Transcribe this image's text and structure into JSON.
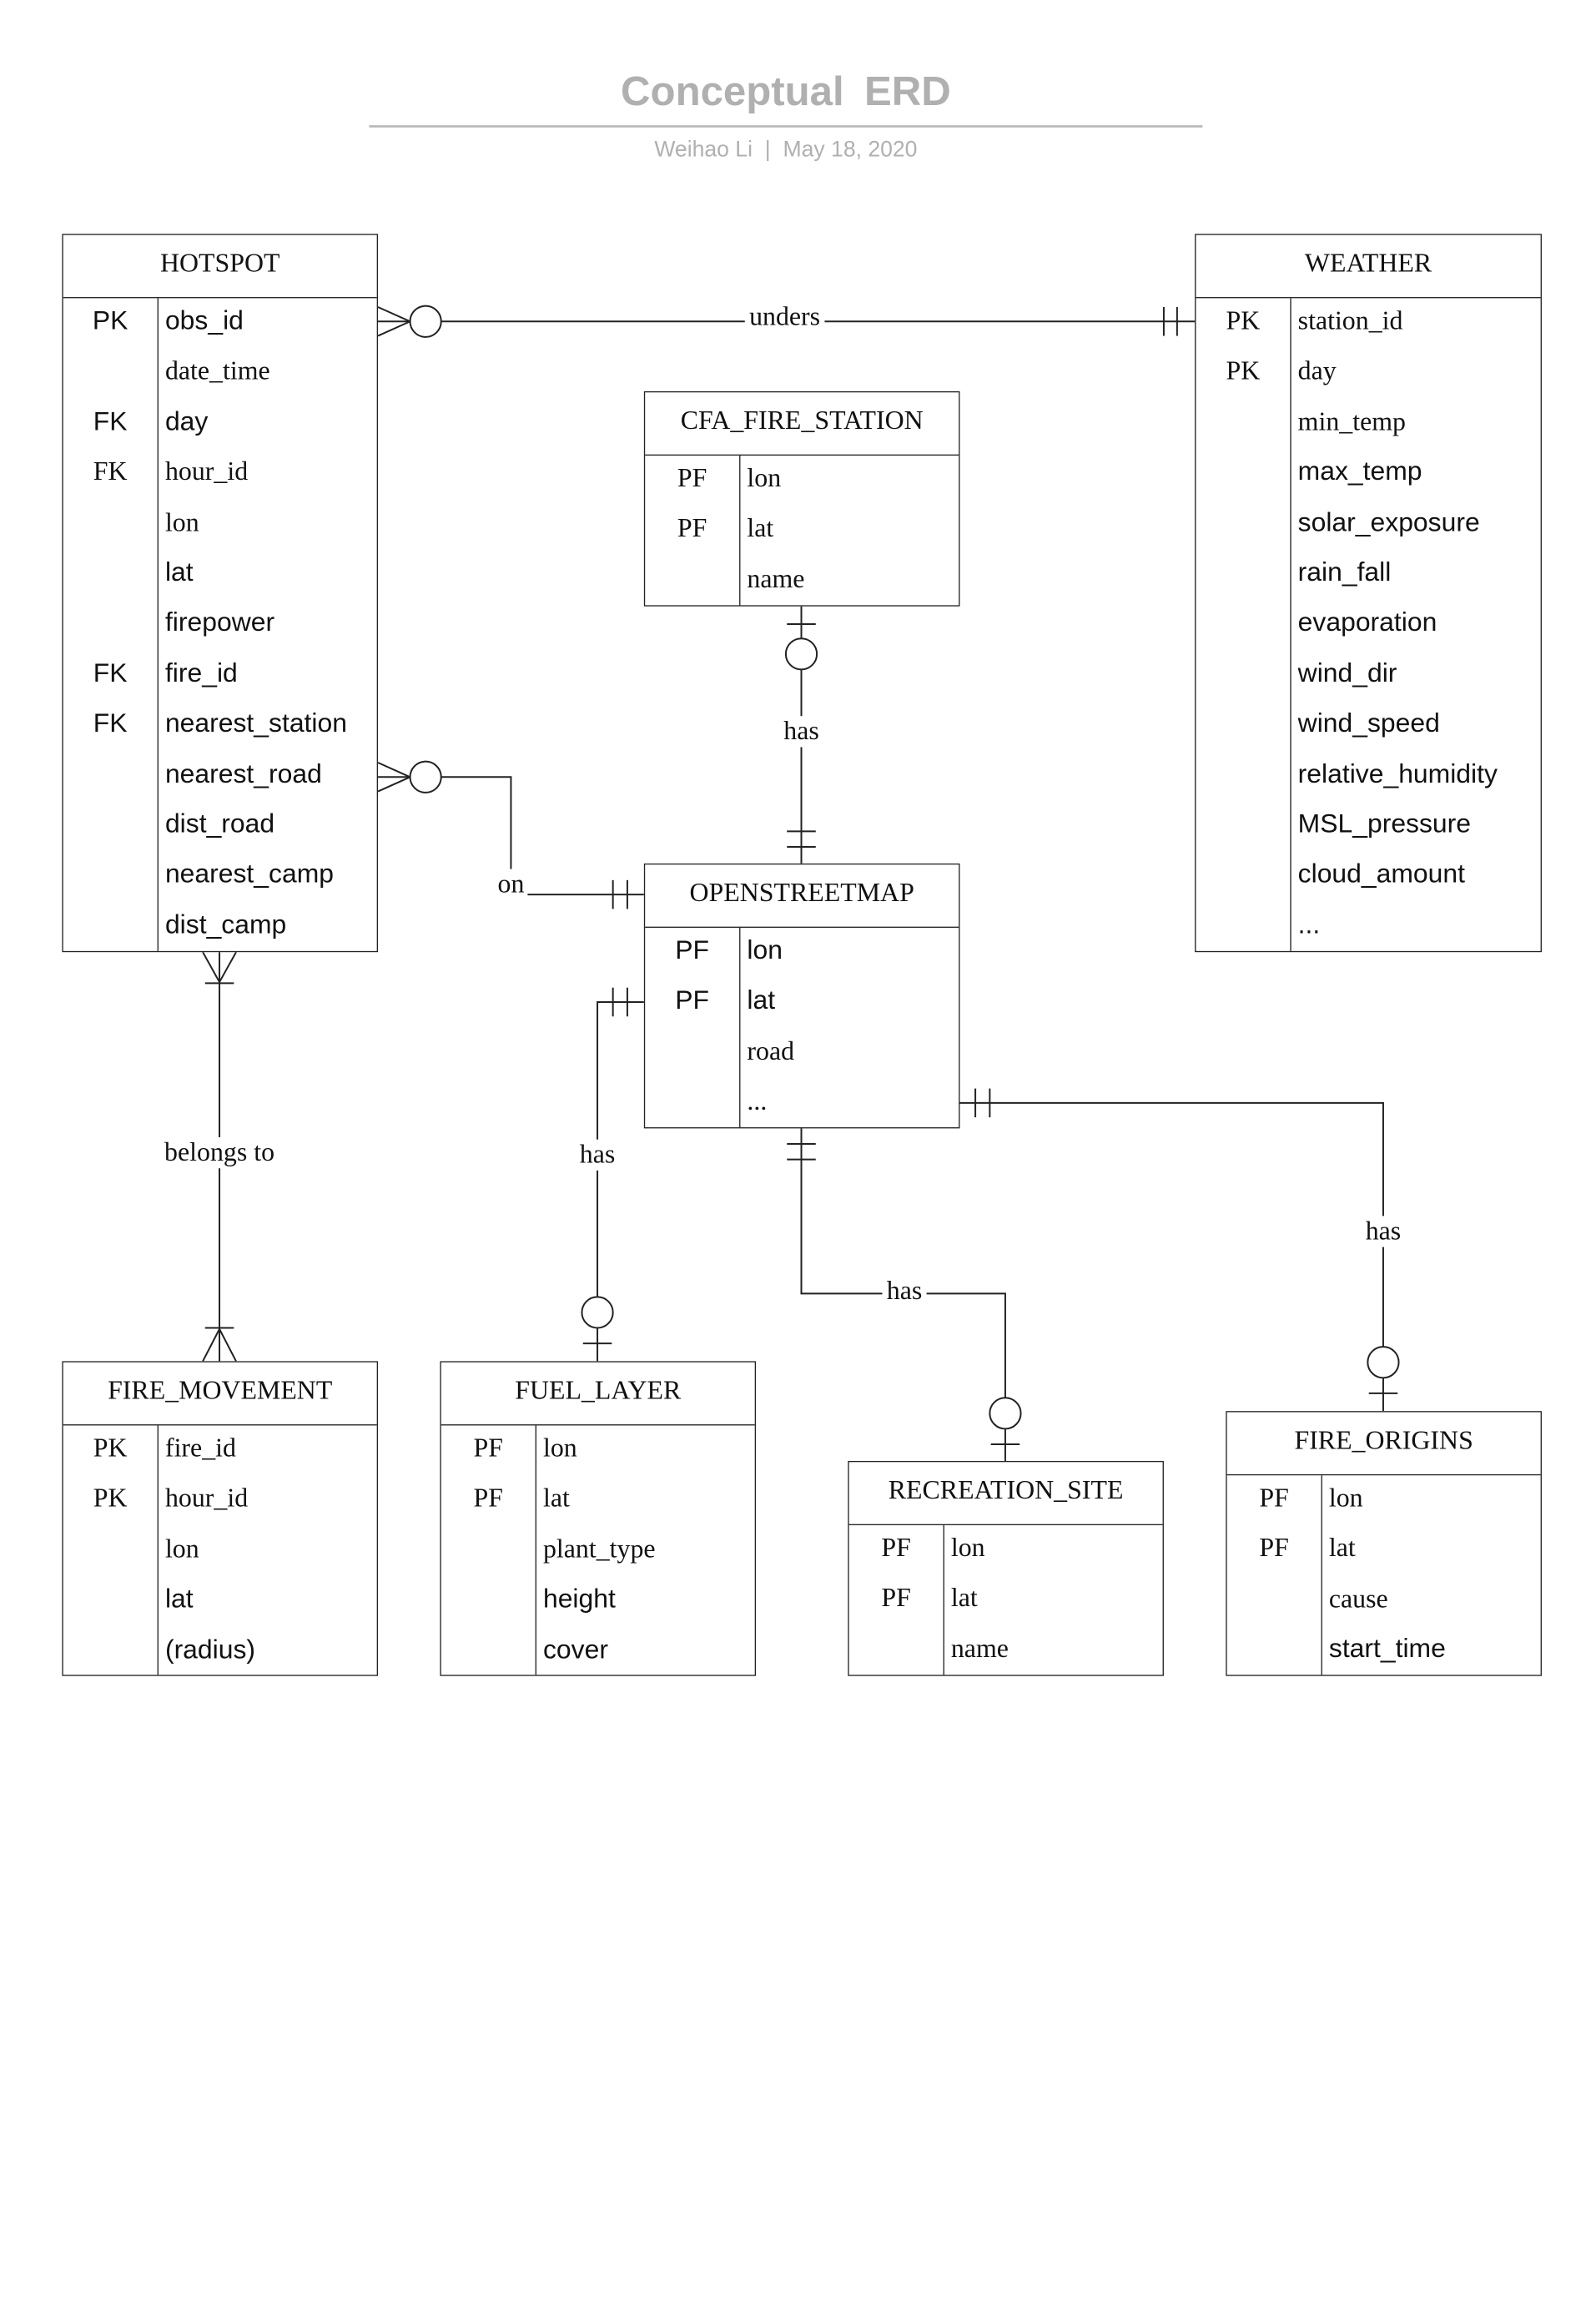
{
  "header": {
    "title": "Conceptual ERD",
    "author": "Weihao Li",
    "separator": "|",
    "date": "May 18, 2020"
  },
  "entities": {
    "hotspot": {
      "name": "HOTSPOT",
      "rows": [
        {
          "key": "PK",
          "attr": "obs_id"
        },
        {
          "key": "",
          "attr": "date_time"
        },
        {
          "key": "FK",
          "attr": "day"
        },
        {
          "key": "FK",
          "attr": "hour_id"
        },
        {
          "key": "",
          "attr": "lon"
        },
        {
          "key": "",
          "attr": "lat"
        },
        {
          "key": "",
          "attr": "firepower"
        },
        {
          "key": "FK",
          "attr": "fire_id"
        },
        {
          "key": "FK",
          "attr": "nearest_station"
        },
        {
          "key": "",
          "attr": "nearest_road"
        },
        {
          "key": "",
          "attr": "dist_road"
        },
        {
          "key": "",
          "attr": "nearest_camp"
        },
        {
          "key": "",
          "attr": "dist_camp"
        }
      ]
    },
    "weather": {
      "name": "WEATHER",
      "rows": [
        {
          "key": "PK",
          "attr": "station_id"
        },
        {
          "key": "PK",
          "attr": "day"
        },
        {
          "key": "",
          "attr": "min_temp"
        },
        {
          "key": "",
          "attr": "max_temp"
        },
        {
          "key": "",
          "attr": "solar_exposure"
        },
        {
          "key": "",
          "attr": "rain_fall"
        },
        {
          "key": "",
          "attr": "evaporation"
        },
        {
          "key": "",
          "attr": "wind_dir"
        },
        {
          "key": "",
          "attr": "wind_speed"
        },
        {
          "key": "",
          "attr": "relative_humidity"
        },
        {
          "key": "",
          "attr": "MSL_pressure"
        },
        {
          "key": "",
          "attr": "cloud_amount"
        },
        {
          "key": "",
          "attr": "..."
        }
      ]
    },
    "cfa_fire_station": {
      "name": "CFA_FIRE_STATION",
      "rows": [
        {
          "key": "PF",
          "attr": "lon"
        },
        {
          "key": "PF",
          "attr": "lat"
        },
        {
          "key": "",
          "attr": "name"
        }
      ]
    },
    "openstreetmap": {
      "name": "OPENSTREETMAP",
      "rows": [
        {
          "key": "PF",
          "attr": "lon"
        },
        {
          "key": "PF",
          "attr": "lat"
        },
        {
          "key": "",
          "attr": "road"
        },
        {
          "key": "",
          "attr": "..."
        }
      ]
    },
    "fire_movement": {
      "name": "FIRE_MOVEMENT",
      "rows": [
        {
          "key": "PK",
          "attr": "fire_id"
        },
        {
          "key": "PK",
          "attr": "hour_id"
        },
        {
          "key": "",
          "attr": "lon"
        },
        {
          "key": "",
          "attr": "lat"
        },
        {
          "key": "",
          "attr": "(radius)"
        }
      ]
    },
    "fuel_layer": {
      "name": "FUEL_LAYER",
      "rows": [
        {
          "key": "PF",
          "attr": "lon"
        },
        {
          "key": "PF",
          "attr": "lat"
        },
        {
          "key": "",
          "attr": "plant_type"
        },
        {
          "key": "",
          "attr": "height"
        },
        {
          "key": "",
          "attr": "cover"
        }
      ]
    },
    "recreation_site": {
      "name": "RECREATION_SITE",
      "rows": [
        {
          "key": "PF",
          "attr": "lon"
        },
        {
          "key": "PF",
          "attr": "lat"
        },
        {
          "key": "",
          "attr": "name"
        }
      ]
    },
    "fire_origins": {
      "name": "FIRE_ORIGINS",
      "rows": [
        {
          "key": "PF",
          "attr": "lon"
        },
        {
          "key": "PF",
          "attr": "lat"
        },
        {
          "key": "",
          "attr": "cause"
        },
        {
          "key": "",
          "attr": "start_time"
        }
      ]
    }
  },
  "relationships": {
    "hotspot_weather": "unders",
    "station_osm": "has",
    "hotspot_osm": "on",
    "hotspot_fire_movement": "belongs to",
    "osm_fuel_layer": "has",
    "osm_recreation_site": "has",
    "osm_fire_origins": "has"
  },
  "colors": {
    "line": "#222222",
    "header_text": "#b0b0b0",
    "header_rule": "#b8b8b8"
  }
}
